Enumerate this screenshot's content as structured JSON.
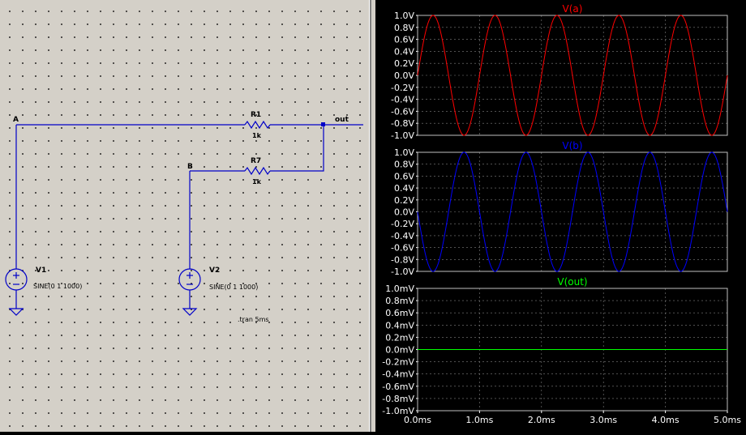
{
  "schematic": {
    "nets": {
      "a": "A",
      "b": "B",
      "out": "out"
    },
    "r1": {
      "name": "R1",
      "value": "1k"
    },
    "r7": {
      "name": "R7",
      "value": "1k"
    },
    "v1": {
      "name": "V1",
      "value": "SINE(0 1 1000)"
    },
    "v2": {
      "name": "V2",
      "value": "SINE(0 1 1000)"
    },
    "directive": ".tran 5ms",
    "wire_color": "#0000c8"
  },
  "waveform": {
    "background": "#000000",
    "grid_color": "#808080",
    "x_ticks": [
      "0.0ms",
      "1.0ms",
      "2.0ms",
      "3.0ms",
      "4.0ms",
      "5.0ms"
    ],
    "panes": [
      {
        "title": "V(a)",
        "color": "#ff0000",
        "y_ticks": [
          "1.0V",
          "0.8V",
          "0.6V",
          "0.4V",
          "0.2V",
          "0.0V",
          "-0.2V",
          "-0.4V",
          "-0.6V",
          "-0.8V",
          "-1.0V"
        ]
      },
      {
        "title": "V(b)",
        "color": "#0000ff",
        "y_ticks": [
          "1.0V",
          "0.8V",
          "0.6V",
          "0.4V",
          "0.2V",
          "0.0V",
          "-0.2V",
          "-0.4V",
          "-0.6V",
          "-0.8V",
          "-1.0V"
        ]
      },
      {
        "title": "V(out)",
        "color": "#00ff00",
        "y_ticks": [
          "1.0mV",
          "0.8mV",
          "0.6mV",
          "0.4mV",
          "0.2mV",
          "0.0mV",
          "-0.2mV",
          "-0.4mV",
          "-0.6mV",
          "-0.8mV",
          "-1.0mV"
        ]
      }
    ]
  },
  "chart_data": [
    {
      "type": "line",
      "title": "V(a)",
      "x_unit": "ms",
      "y_unit": "V",
      "xlim": [
        0,
        5
      ],
      "ylim": [
        -1,
        1
      ],
      "series": [
        {
          "name": "V(a)",
          "function": "sine",
          "amplitude": 1,
          "frequency_hz": 1000,
          "phase_deg": 0
        }
      ]
    },
    {
      "type": "line",
      "title": "V(b)",
      "x_unit": "ms",
      "y_unit": "V",
      "xlim": [
        0,
        5
      ],
      "ylim": [
        -1,
        1
      ],
      "series": [
        {
          "name": "V(b)",
          "function": "sine",
          "amplitude": 1,
          "frequency_hz": 1000,
          "phase_deg": 180
        }
      ]
    },
    {
      "type": "line",
      "title": "V(out)",
      "x_unit": "ms",
      "y_unit": "mV",
      "xlim": [
        0,
        5
      ],
      "ylim": [
        -1,
        1
      ],
      "series": [
        {
          "name": "V(out)",
          "function": "constant",
          "value": 0
        }
      ]
    }
  ]
}
